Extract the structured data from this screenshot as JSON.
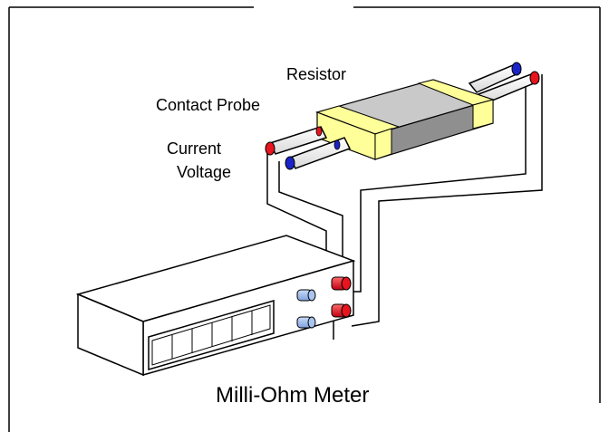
{
  "labels": {
    "resistor": "Resistor",
    "contact_probe": "Contact Probe",
    "current": "Current",
    "voltage": "Voltage",
    "meter": "Milli-Ohm Meter"
  },
  "colors": {
    "resistor_body": "#bfbfbf",
    "resistor_caps": "#ffff99",
    "probe_tip_current": "#e8141e",
    "probe_tip_voltage": "#1a24c8",
    "terminal_red": "#e8141e",
    "terminal_blue": "#a8c4f0",
    "outline": "#000000"
  }
}
